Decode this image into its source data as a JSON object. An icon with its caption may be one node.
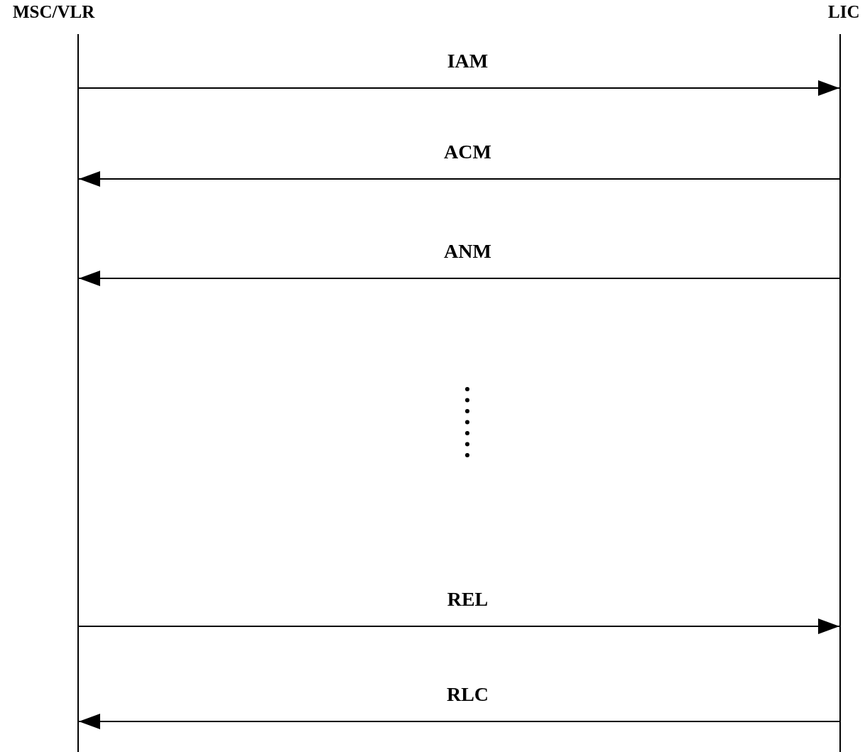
{
  "diagram": {
    "nodes": [
      {
        "text": [
          "MSC/VLR"
        ]
      },
      {
        "text": [
          "LIC"
        ]
      }
    ],
    "edges": [
      {
        "from": 0,
        "to": 1,
        "arrow": "to",
        "label": "IAM"
      },
      {
        "from": 1,
        "to": 0,
        "arrow": "to",
        "label": "ACM"
      },
      {
        "from": 1,
        "to": 0,
        "arrow": "to",
        "label": "ANM"
      },
      {
        "from": 0,
        "to": 1,
        "arrow": "to",
        "label": "REL"
      },
      {
        "from": 1,
        "to": 0,
        "arrow": "to",
        "label": "RLC"
      }
    ]
  }
}
